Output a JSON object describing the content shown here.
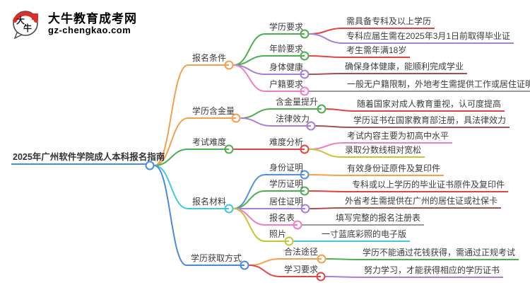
{
  "logo": {
    "brand_chars": "大牛",
    "title": "大牛教育成考网",
    "domain": "gz-chengkao.com",
    "brand_color": "#268c43",
    "seal_color": "#d9302c"
  },
  "mindmap": {
    "label": "2025年广州软件学院成人本科报名指南",
    "color": "#4a90d9",
    "children": [
      {
        "label": "报名条件",
        "color": "#f5a04e",
        "children": [
          {
            "label": "学历要求",
            "color": "#4cb050",
            "children": [
              {
                "label": "需具备专科及以上学历",
                "color": "#e04444"
              },
              {
                "label": "专科应届生需在2025年3月1日前取得毕业证",
                "color": "#a97fd8"
              }
            ]
          },
          {
            "label": "年龄要求",
            "color": "#4cb050",
            "children": [
              {
                "label": "考生需年满18岁",
                "color": "#e04444"
              }
            ]
          },
          {
            "label": "身体健康",
            "color": "#a97fd8",
            "children": [
              {
                "label": "确保身体健康，能顺利完成学业",
                "color": "#a5524a"
              }
            ]
          },
          {
            "label": "户籍要求",
            "color": "#ef7fc5",
            "children": [
              {
                "label": "一般无户籍限制，外地考生需提供工作或居住证明",
                "color": "#9a9a9a"
              }
            ]
          }
        ]
      },
      {
        "label": "学历含金量",
        "color": "#f5a04e",
        "children": [
          {
            "label": "含金量提升",
            "color": "#4cb050",
            "children": [
              {
                "label": "随着国家对成人教育重视，认可度提高",
                "color": "#e04444"
              }
            ]
          },
          {
            "label": "法律效力",
            "color": "#a97fd8",
            "children": [
              {
                "label": "学历证书在国家教育部注册，具法律效力",
                "color": "#a5524a"
              }
            ]
          }
        ]
      },
      {
        "label": "考试难度",
        "color": "#4cb050",
        "children": [
          {
            "label": "难度分析",
            "color": "#e04444",
            "children": [
              {
                "label": "考试内容主要为初高中水平",
                "color": "#ef7fc5"
              },
              {
                "label": "录取分数线相对宽松",
                "color": "#c9c435"
              }
            ]
          }
        ]
      },
      {
        "label": "报名材料",
        "color": "#45c8dc",
        "children": [
          {
            "label": "身份证明",
            "color": "#5591d8",
            "children": [
              {
                "label": "有效身份证原件及复印件",
                "color": "#f5a04e"
              }
            ]
          },
          {
            "label": "学历证明",
            "color": "#4cb050",
            "children": [
              {
                "label": "专科或以上学历的毕业证书原件及复印件",
                "color": "#e04444"
              }
            ]
          },
          {
            "label": "居住证明",
            "color": "#a97fd8",
            "children": [
              {
                "label": "外省考生需提供在广州的居住证或社保卡",
                "color": "#a5524a"
              }
            ]
          },
          {
            "label": "报名表",
            "color": "#ef7fc5",
            "children": [
              {
                "label": "填写完整的报名注册表",
                "color": "#9a9a9a"
              }
            ]
          },
          {
            "label": "照片",
            "color": "#c9c435",
            "children": [
              {
                "label": "一寸蓝底彩照的电子版",
                "color": "#45c8dc"
              }
            ]
          }
        ]
      },
      {
        "label": "学历获取方式",
        "color": "#4a89dc",
        "children": [
          {
            "label": "合法途径",
            "color": "#f5a04e",
            "children": [
              {
                "label": "学历不能通过花钱获得，需通过正规考试",
                "color": "#4cb050"
              }
            ]
          },
          {
            "label": "学习要求",
            "color": "#e04444",
            "children": [
              {
                "label": "努力学习，才能获得相应的学历证书",
                "color": "#a97fd8"
              }
            ]
          }
        ]
      }
    ]
  }
}
